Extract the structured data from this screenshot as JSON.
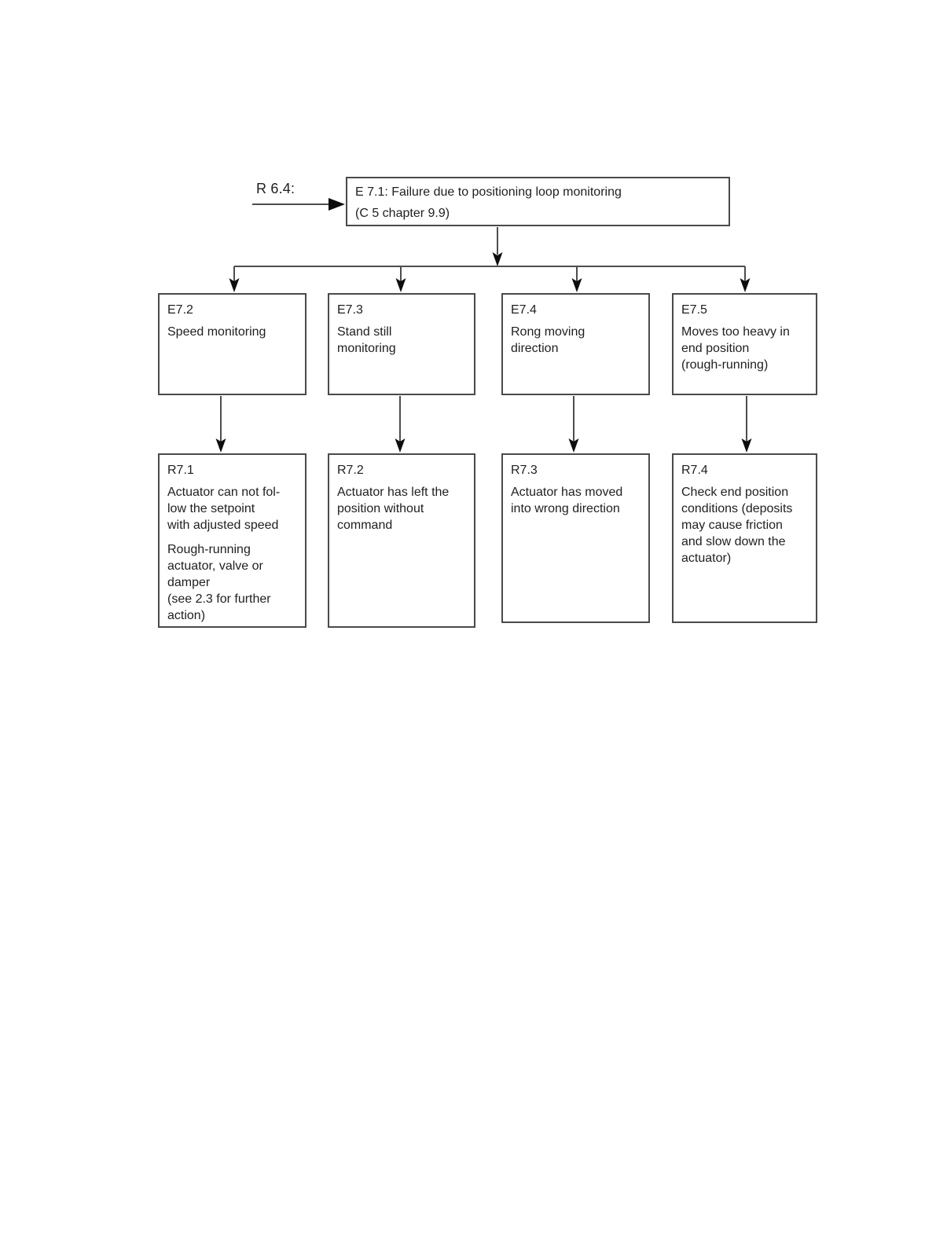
{
  "diagram": {
    "reference_label": "R 6.4:",
    "root": {
      "title": "E 7.1: Failure due to positioning loop monitoring",
      "subtitle": "(C 5 chapter 9.9)"
    },
    "error_boxes": [
      {
        "id": "E7.2",
        "text": "Speed monitoring"
      },
      {
        "id": "E7.3",
        "text": "Stand still\nmonitoring"
      },
      {
        "id": "E7.4",
        "text": "Rong moving\ndirection"
      },
      {
        "id": "E7.5",
        "text": "Moves too heavy in\nend position\n(rough-running)"
      }
    ],
    "remedy_boxes": [
      {
        "id": "R7.1",
        "text": "Actuator can not fol-\nlow the setpoint\nwith adjusted speed",
        "text2": "Rough-running\nactuator, valve or\ndamper\n(see 2.3 for further\naction)"
      },
      {
        "id": "R7.2",
        "text": "Actuator has left the\nposition without\ncommand"
      },
      {
        "id": "R7.3",
        "text": "Actuator has moved\ninto wrong direction"
      },
      {
        "id": "R7.4",
        "text": "Check end position\nconditions (deposits\nmay cause friction\nand slow down the\nactuator)"
      }
    ],
    "colors": {
      "background": "#ffffff",
      "box_border": "#4a4a4a",
      "text": "#1f1f1f",
      "connector_line": "#4d4d4d",
      "arrowhead": "#0d0d0d"
    }
  }
}
